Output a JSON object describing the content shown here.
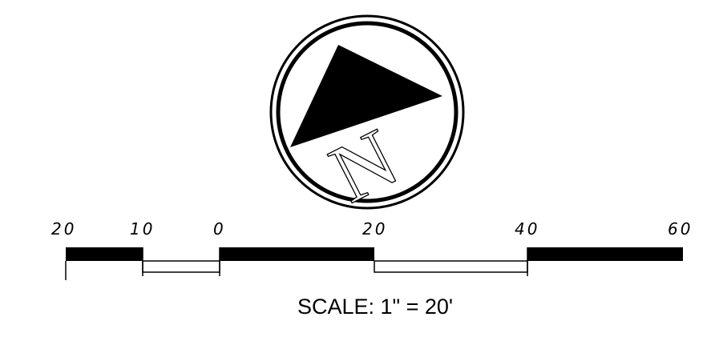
{
  "north_arrow": {
    "letter": "N",
    "icon": "north-arrow-icon"
  },
  "scale_bar": {
    "tick_labels": [
      "20",
      "10",
      "0",
      "20",
      "40",
      "60"
    ],
    "caption": "SCALE:  1\" = 20'"
  },
  "colors": {
    "ink": "#000000",
    "paper": "#ffffff"
  }
}
